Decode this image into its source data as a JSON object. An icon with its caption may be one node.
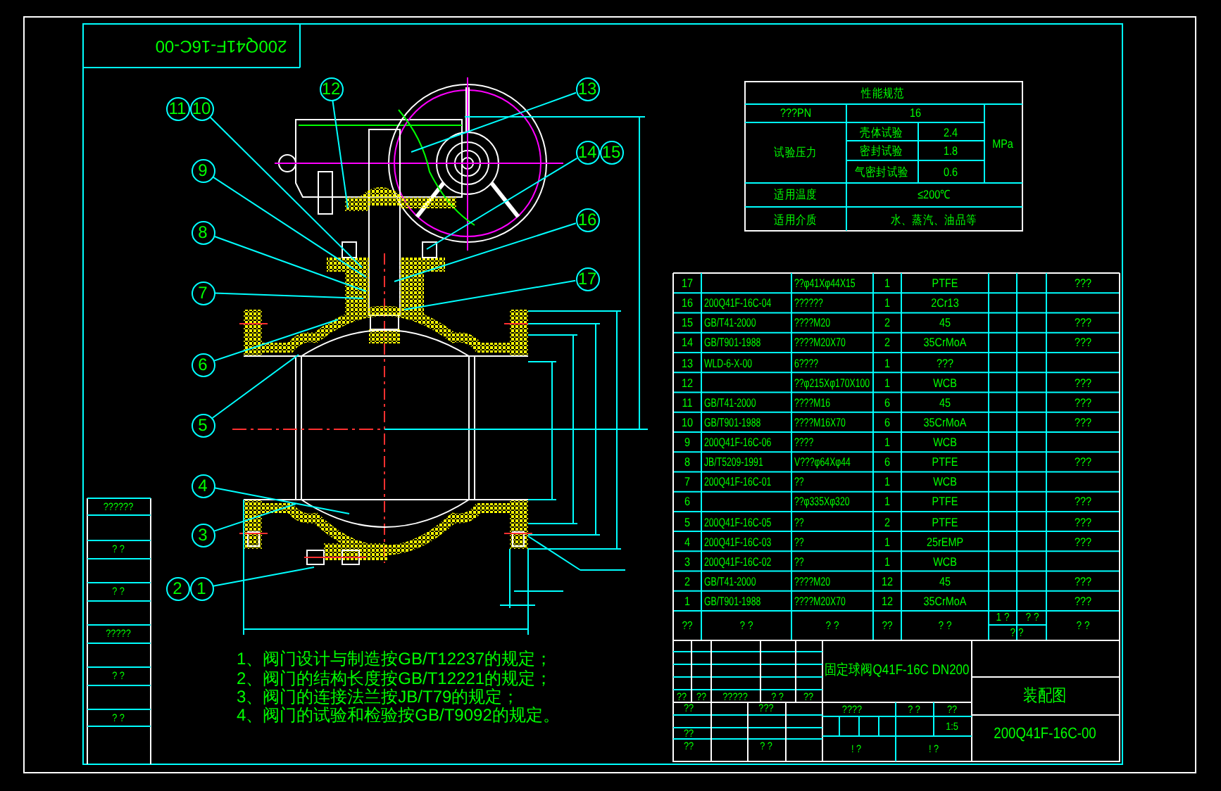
{
  "diagram": {
    "nodes": [
      {
        "text": [
          "12"
        ]
      },
      {
        "text": [
          "11"
        ]
      },
      {
        "text": [
          "10"
        ]
      },
      {
        "text": [
          "13"
        ]
      },
      {
        "text": [
          "9"
        ]
      },
      {
        "text": [
          "14"
        ]
      },
      {
        "text": [
          "15"
        ]
      },
      {
        "text": [
          "8"
        ]
      },
      {
        "text": [
          "16"
        ]
      },
      {
        "text": [
          "7"
        ]
      },
      {
        "text": [
          "17"
        ]
      },
      {
        "text": [
          "6"
        ]
      },
      {
        "text": [
          "5"
        ]
      },
      {
        "text": [
          "4"
        ]
      },
      {
        "text": [
          "3"
        ]
      },
      {
        "text": [
          "2"
        ]
      },
      {
        "text": [
          "1"
        ]
      }
    ],
    "edges": [
      {
        "from": 0,
        "to": null,
        "arrow": "none"
      },
      {
        "from": 2,
        "to": null,
        "arrow": "none"
      },
      {
        "from": 3,
        "to": null,
        "arrow": "none"
      },
      {
        "from": 4,
        "to": null,
        "arrow": "none"
      },
      {
        "from": 5,
        "to": null,
        "arrow": "none"
      },
      {
        "from": 7,
        "to": null,
        "arrow": "none"
      },
      {
        "from": 8,
        "to": null,
        "arrow": "none"
      },
      {
        "from": 9,
        "to": null,
        "arrow": "none"
      },
      {
        "from": 10,
        "to": null,
        "arrow": "none"
      },
      {
        "from": 11,
        "to": null,
        "arrow": "none"
      },
      {
        "from": 12,
        "to": null,
        "arrow": "none"
      },
      {
        "from": 13,
        "to": null,
        "arrow": "none"
      },
      {
        "from": 14,
        "to": null,
        "arrow": "none"
      },
      {
        "from": 16,
        "to": null,
        "arrow": "none"
      }
    ],
    "labels": [
      "200Q41F-16C-00",
      "性能规范",
      "???PN",
      "16",
      "试验压力",
      "壳体试验",
      "2.4",
      "MPa",
      "密封试验",
      "1.8",
      "气密封试验",
      "0.6",
      "适用温度",
      "≤200℃",
      "适用介质",
      "水、蒸汽、油品等",
      "17",
      "??φ41Xφ44X15",
      "1",
      "PTFE",
      "???",
      "16",
      "200Q41F-16C-04",
      "??????",
      "1",
      "2Cr13",
      "15",
      "GB/T41-2000",
      "????M20",
      "2",
      "45",
      "???",
      "14",
      "GB/T901-1988",
      "????M20X70",
      "2",
      "35CrMoA",
      "???",
      "13",
      "WLD-6-X-00",
      "6????",
      "1",
      "???",
      "12",
      "??φ215Xφ170X100",
      "1",
      "WCB",
      "???",
      "11",
      "GB/T41-2000",
      "????M16",
      "6",
      "45",
      "???",
      "10",
      "GB/T901-1988",
      "????M16X70",
      "6",
      "35CrMoA",
      "???",
      "9",
      "200Q41F-16C-06",
      "????",
      "1",
      "WCB",
      "8",
      "JB/T5209-1991",
      "V???φ64Xφ44",
      "6",
      "PTFE",
      "???",
      "7",
      "200Q41F-16C-01",
      "??",
      "1",
      "WCB",
      "6",
      "??φ335Xφ320",
      "1",
      "PTFE",
      "???",
      "5",
      "200Q41F-16C-05",
      "??",
      "2",
      "PTFE",
      "???",
      "4",
      "200Q41F-16C-03",
      "??",
      "1",
      "25rEMP",
      "???",
      "3",
      "200Q41F-16C-02",
      "??",
      "1",
      "WCB",
      "2",
      "GB/T41-2000",
      "????M20",
      "12",
      "45",
      "???",
      "1",
      "GB/T901-1988",
      "????M20X70",
      "12",
      "35CrMoA",
      "???",
      "??",
      "? ?",
      "? ?",
      "??",
      "? ?",
      "1 ?",
      "? ?",
      "? ?",
      "? ?",
      "固定球阀Q41F-16C DN200",
      "装配图",
      "200Q41F-16C-00",
      "??",
      "??",
      "?????",
      "? ?",
      "??",
      "??",
      "???",
      "??",
      "??",
      "? ?",
      "????",
      "? ?",
      "??",
      "1:5",
      "! ?",
      "! ?",
      "??????",
      "? ?",
      "? ?",
      "?????",
      "? ?",
      "? ?",
      "1、阀门设计与制造按GB/T12237的规定；",
      "2、阀门的结构长度按GB/T12221的规定；",
      "3、阀门的连接法兰按JB/T79的规定；",
      "4、阀门的试验和检验按GB/T9092的规定。"
    ]
  }
}
